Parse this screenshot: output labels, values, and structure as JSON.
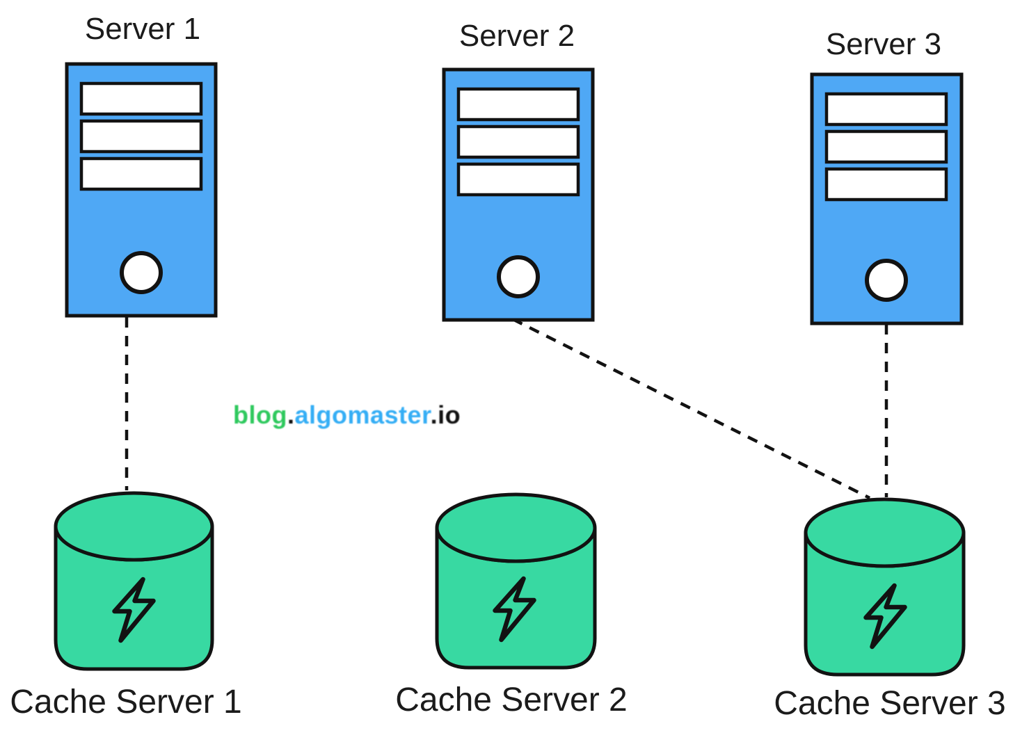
{
  "colors": {
    "server_fill": "#4FA8F5",
    "cache_fill": "#38D9A2",
    "outline": "#121212",
    "label_text": "#1b1b1b",
    "watermark_green": "#2FC95E",
    "watermark_blue": "#35AEF5",
    "watermark_dark": "#111111"
  },
  "diagram": {
    "servers": [
      {
        "id": "server-1",
        "label": "Server 1"
      },
      {
        "id": "server-2",
        "label": "Server 2"
      },
      {
        "id": "server-3",
        "label": "Server 3"
      }
    ],
    "caches": [
      {
        "id": "cache-server-1",
        "label": "Cache Server 1"
      },
      {
        "id": "cache-server-2",
        "label": "Cache Server 2"
      },
      {
        "id": "cache-server-3",
        "label": "Cache Server 3"
      }
    ],
    "connections": [
      {
        "from": "server-1",
        "to": "cache-server-1",
        "style": "dashed"
      },
      {
        "from": "server-2",
        "to": "cache-server-3",
        "style": "dashed"
      },
      {
        "from": "server-3",
        "to": "cache-server-3",
        "style": "dashed"
      }
    ],
    "watermark": {
      "segments": [
        {
          "text": "blog",
          "tone": "green"
        },
        {
          "text": ".",
          "tone": "dark"
        },
        {
          "text": "algomaster",
          "tone": "blue"
        },
        {
          "text": ".",
          "tone": "dark"
        },
        {
          "text": "io",
          "tone": "dark"
        }
      ]
    }
  }
}
